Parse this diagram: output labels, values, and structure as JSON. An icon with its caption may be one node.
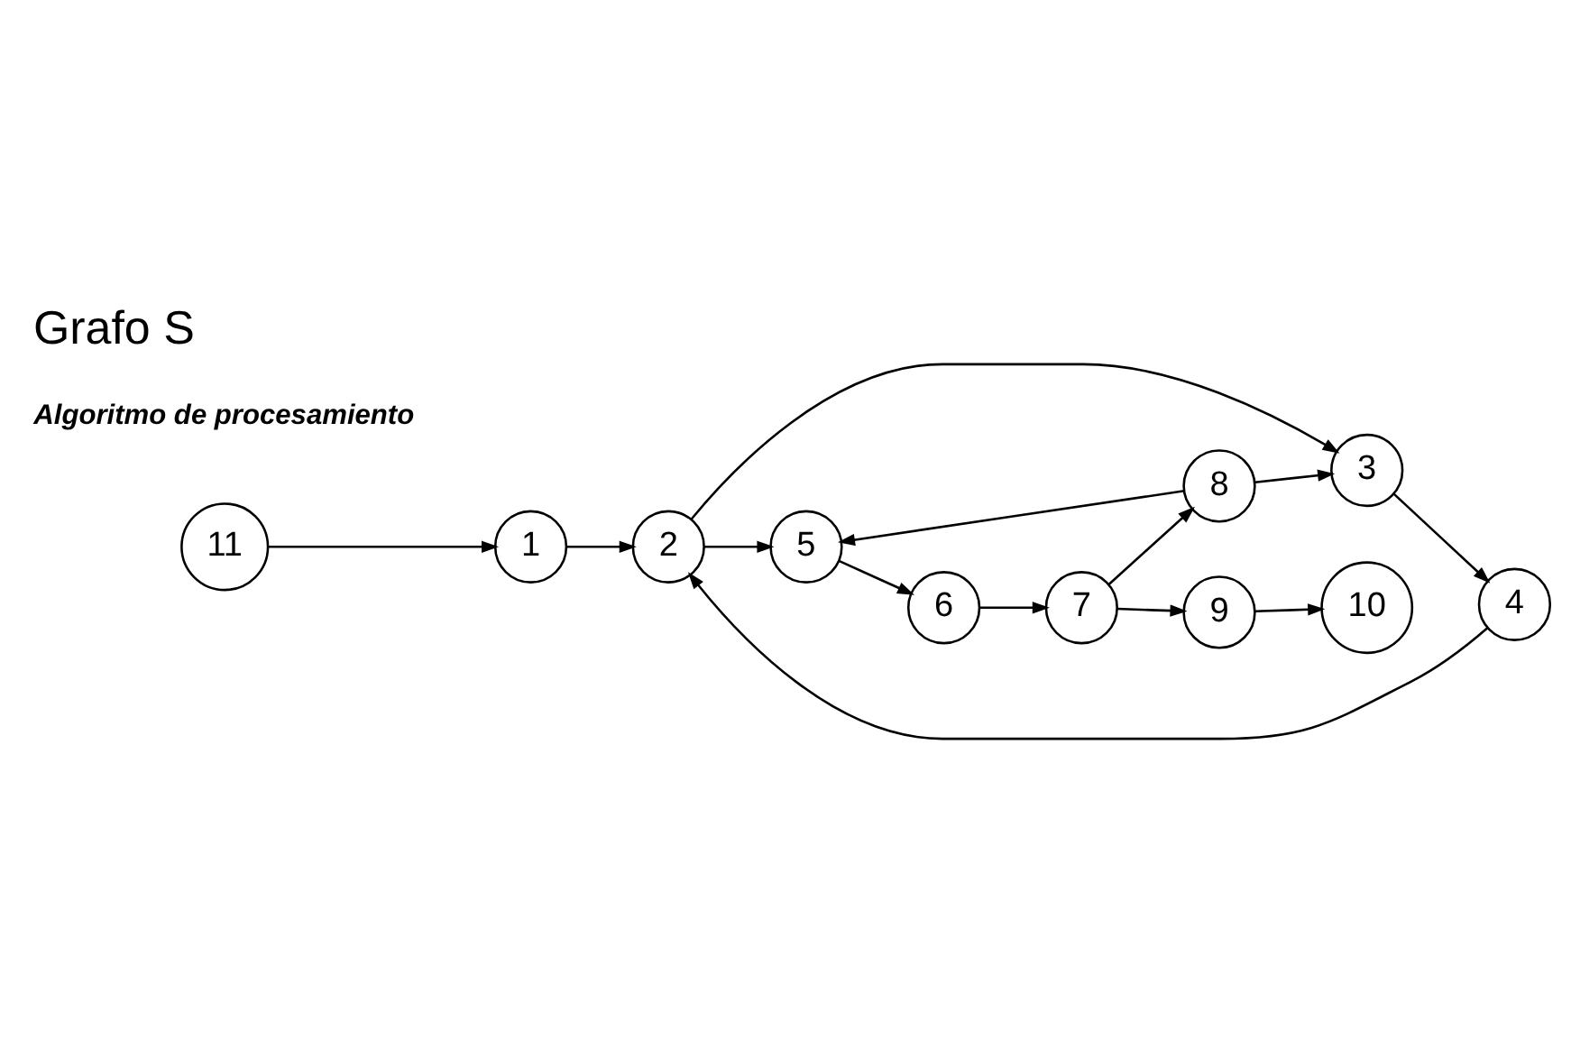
{
  "diagram": {
    "title": "Grafo S",
    "nodes": [
      {
        "text": [
          "1"
        ]
      },
      {
        "text": [
          "2"
        ]
      },
      {
        "text": [
          "3"
        ]
      },
      {
        "text": [
          "4"
        ]
      },
      {
        "text": [
          "5"
        ]
      },
      {
        "text": [
          "6"
        ]
      },
      {
        "text": [
          "7"
        ]
      },
      {
        "text": [
          "8"
        ]
      },
      {
        "text": [
          "9"
        ]
      },
      {
        "text": [
          "10"
        ]
      },
      {
        "text": [
          "11"
        ]
      }
    ],
    "edges": [
      {
        "from": 10,
        "to": 0,
        "arrow": "to"
      },
      {
        "from": 0,
        "to": 1,
        "arrow": "to"
      },
      {
        "from": 1,
        "to": 2,
        "arrow": "to"
      },
      {
        "from": 1,
        "to": 4,
        "arrow": "to"
      },
      {
        "from": 2,
        "to": 3,
        "arrow": "to"
      },
      {
        "from": 3,
        "to": 1,
        "arrow": "to"
      },
      {
        "from": 7,
        "to": 2,
        "arrow": "to"
      },
      {
        "from": 7,
        "to": 4,
        "arrow": "to"
      },
      {
        "from": 4,
        "to": 5,
        "arrow": "to"
      },
      {
        "from": 5,
        "to": 6,
        "arrow": "to"
      },
      {
        "from": 6,
        "to": 7,
        "arrow": "to"
      },
      {
        "from": 6,
        "to": 8,
        "arrow": "to"
      },
      {
        "from": 8,
        "to": 9,
        "arrow": "to"
      }
    ],
    "labels": [
      "Algoritmo de procesamiento"
    ]
  }
}
